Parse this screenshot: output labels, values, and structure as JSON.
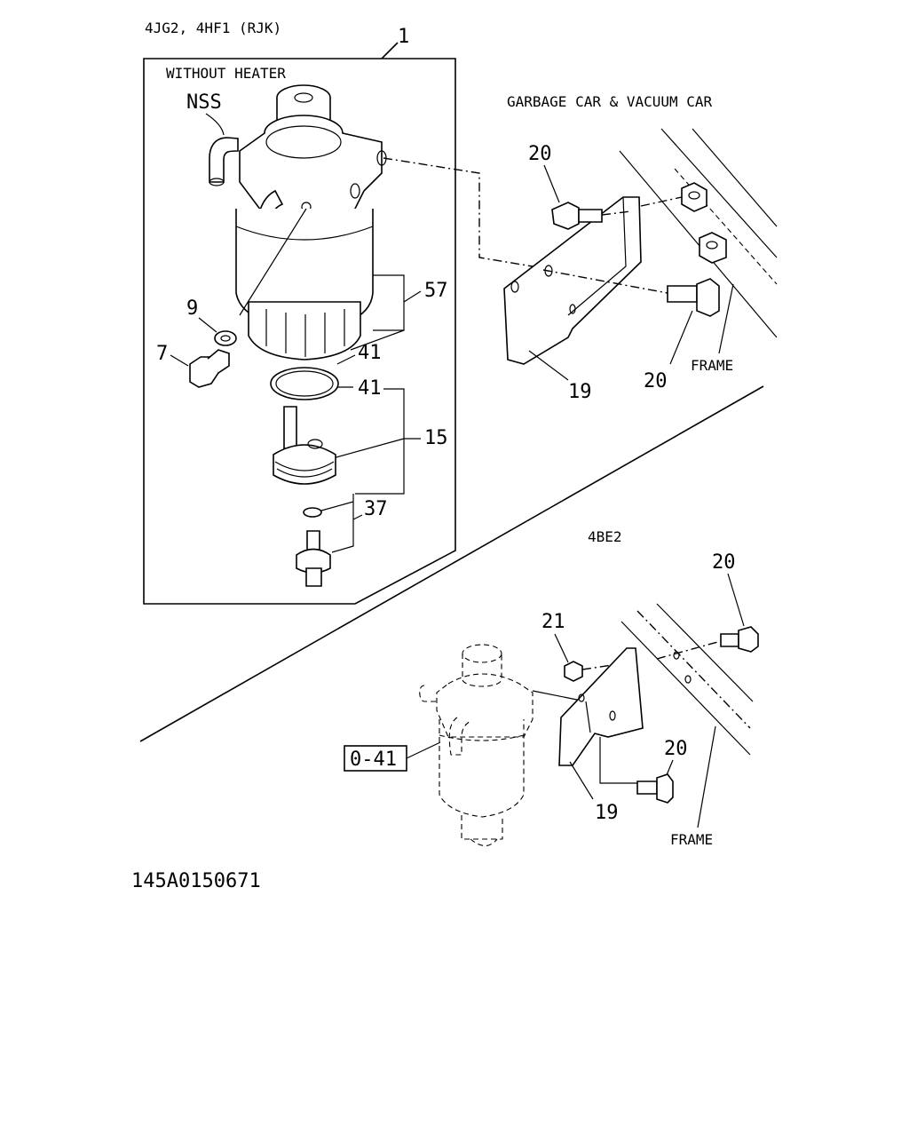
{
  "header_model_text": "4JG2, 4HF1 (RJK)",
  "group_panel": {
    "callout_main": "1",
    "without_heater": "WITHOUT HEATER",
    "nss": "NSS",
    "callouts": {
      "c9": "9",
      "c7": "7",
      "c57": "57",
      "c41a": "41",
      "c41b": "41",
      "c15": "15",
      "c37": "37"
    }
  },
  "garbage_section": {
    "title": "GARBAGE CAR & VACUUM CAR",
    "c20_top": "20",
    "c20_bottom": "20",
    "c19": "19",
    "frame": "FRAME"
  },
  "bottom_section": {
    "model": "4BE2",
    "c20_top": "20",
    "c21": "21",
    "ref_box": "0-41",
    "c20_lower": "20",
    "c19": "19",
    "frame": "FRAME"
  },
  "figure_code": "145A0150671"
}
